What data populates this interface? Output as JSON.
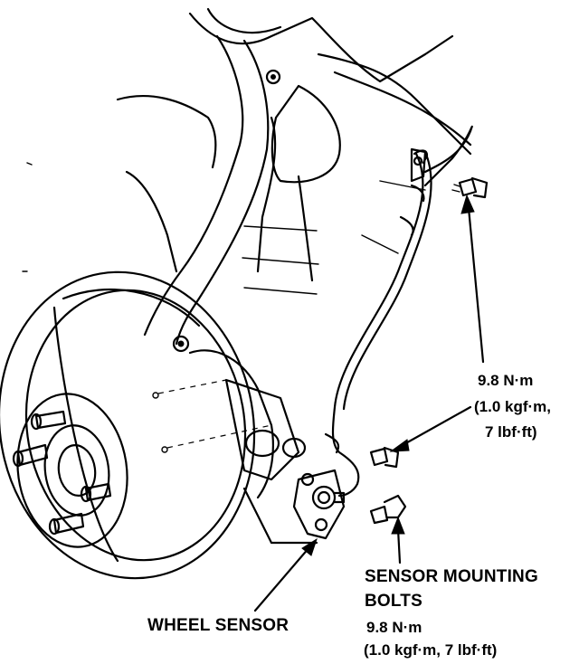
{
  "labels": {
    "upper_torque_nm": "9.8 N·m",
    "upper_torque_kgf": "(1.0 kgf·m,",
    "upper_torque_lbf": "7 lbf·ft)",
    "mounting_bolts_line1": "SENSOR MOUNTING",
    "mounting_bolts_line2": "BOLTS",
    "mounting_torque_nm": "9.8 N·m",
    "mounting_torque_full": "(1.0 kgf·m, 7 lbf·ft)",
    "wheel_sensor": "WHEEL SENSOR"
  },
  "colors": {
    "ink": "#000000",
    "paper": "#ffffff"
  }
}
